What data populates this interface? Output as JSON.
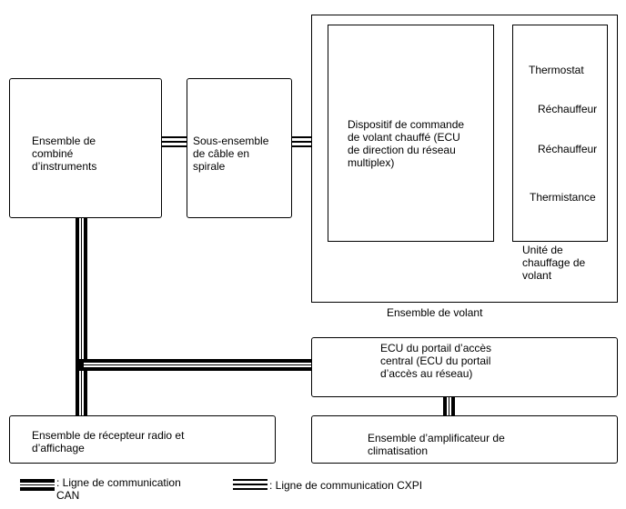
{
  "blocks": {
    "combination_meter": "Ensemble de\ncombiné\nd’instruments",
    "spiral_cable": "Sous-ensemble\nde câble en\nspirale",
    "steering_heater_ecu": "Dispositif de commande\nde volant chauffé (ECU\nde direction du réseau\nmultiplex)",
    "thermostat": "Thermostat",
    "heater_1": "Réchauffeur",
    "heater_2": "Réchauffeur",
    "thermistor": "Thermistance",
    "heater_unit": "Unité de\nchauffage de\nvolant",
    "steering_wheel_assembly": "Ensemble de volant",
    "central_gateway_ecu": "ECU du portail d’accès\ncentral (ECU du portail\nd’accès au réseau)",
    "radio_display": "Ensemble de récepteur radio et\nd’affichage",
    "ac_amplifier": "Ensemble d’amplificateur de\nclimatisation"
  },
  "legend": {
    "can": ": Ligne de communication\nCAN",
    "cxpi": ": Ligne de communication CXPI"
  }
}
